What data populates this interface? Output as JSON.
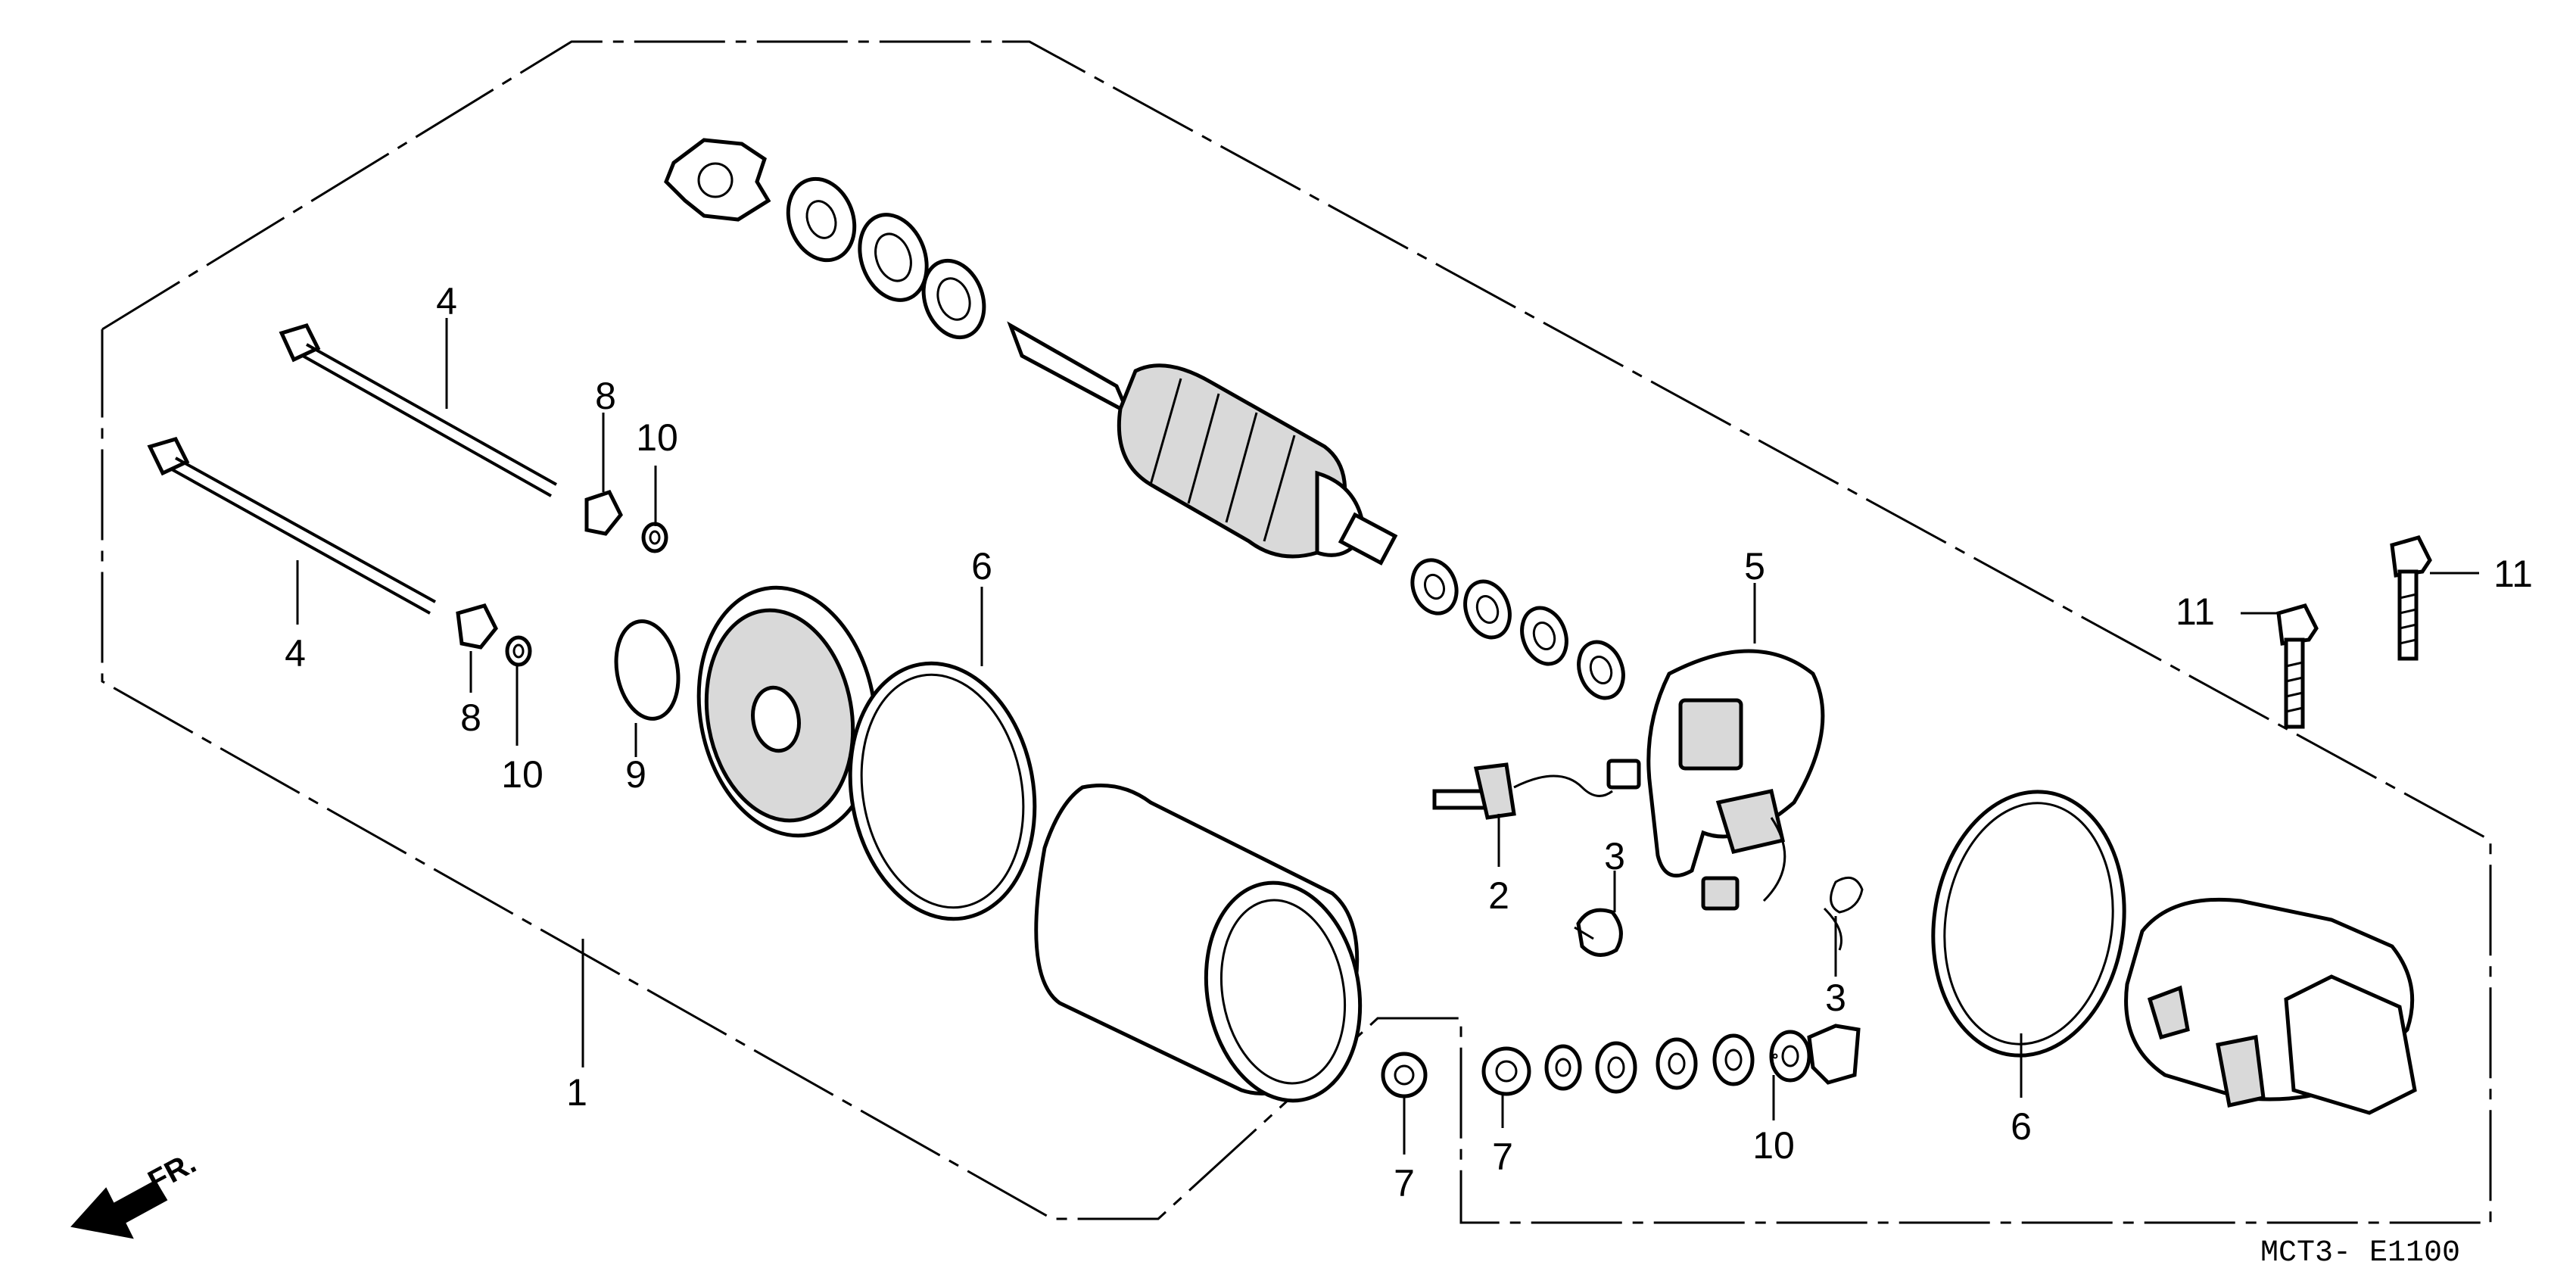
{
  "diagram": {
    "callouts": {
      "c1": "1",
      "c2": "2",
      "c3a": "3",
      "c3b": "3",
      "c4a": "4",
      "c4b": "4",
      "c5": "5",
      "c6a": "6",
      "c6b": "6",
      "c7a": "7",
      "c7b": "7",
      "c8a": "8",
      "c8b": "8",
      "c9": "9",
      "c10a": "10",
      "c10b": "10",
      "c10c": "10",
      "c11a": "11",
      "c11b": "11"
    },
    "direction_label": "FR.",
    "diagram_code": "MCT3- E1100"
  }
}
